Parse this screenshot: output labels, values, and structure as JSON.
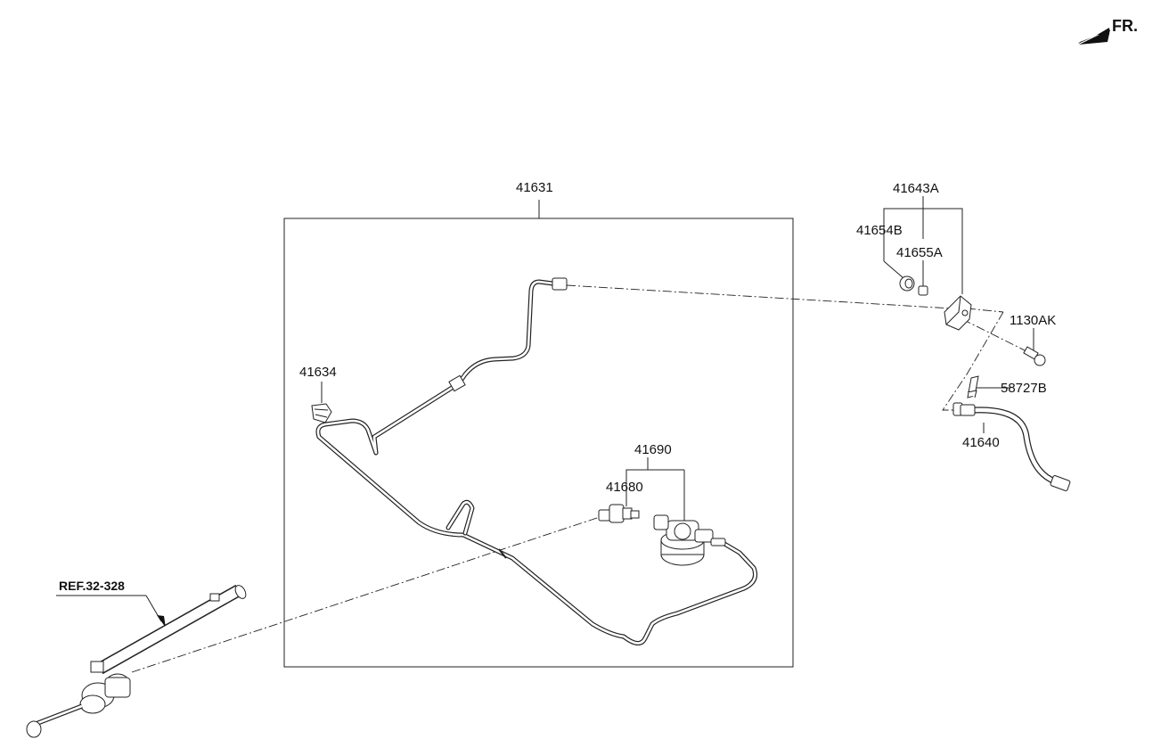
{
  "orientation": {
    "label": "FR."
  },
  "reference": {
    "label": "REF.32-328"
  },
  "parts": {
    "tube_assembly": "41631",
    "clip": "41634",
    "master_cylinder_assy": "41690",
    "connector": "41680",
    "bracket_assy": "41643A",
    "grommet_outer": "41654B",
    "grommet_inner": "41655A",
    "bolt": "1130AK",
    "clip_hose": "58727B",
    "hose": "41640"
  }
}
